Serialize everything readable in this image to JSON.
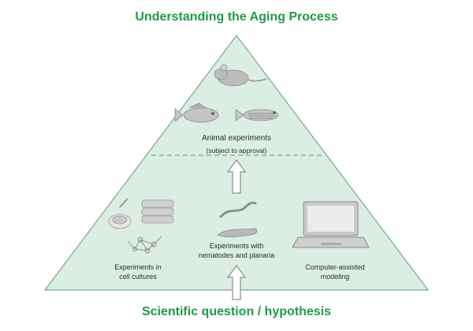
{
  "titles": {
    "top": "Understanding the Aging Process",
    "bottom": "Scientific question / hypothesis"
  },
  "upper_tier": {
    "line1": "Animal experiments",
    "line2": "(subject to approval)"
  },
  "lower_tier": {
    "cells": {
      "line1": "Experiments in",
      "line2": "cell cultures"
    },
    "worms": {
      "line1": "Experiments with",
      "line2": "nematodes  and planaria"
    },
    "computer": {
      "line1": "Computer-assisted",
      "line2": "modeling"
    }
  },
  "colors": {
    "title_green": "#1f9a4a",
    "pyramid_fill": "#dcede4",
    "pyramid_stroke": "#7da58f",
    "illustration_grey": "#a6a6a6"
  },
  "icons": [
    "mouse-icon",
    "fish-icon",
    "zebrafish-icon",
    "up-arrow-icon",
    "petri-dish-icon",
    "flask-stack-icon",
    "cell-network-icon",
    "nematode-icon",
    "planaria-icon",
    "laptop-icon"
  ]
}
